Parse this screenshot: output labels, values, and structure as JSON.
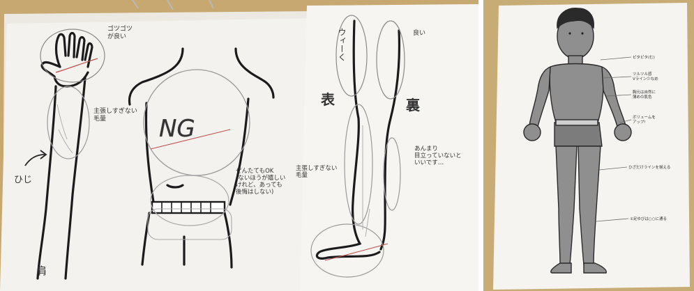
{
  "photos": [
    {
      "id": "left",
      "notes": {
        "hand_note": "ゴツゴツ\nが良い",
        "arm_note": "主張しすぎない\n毛量",
        "elbow": "ひじ",
        "shoulder": "肩",
        "back_ng": "NG",
        "waist_note": "ぜんたてもOK\n(ないほうが嬉しい\nけれど、あっても\n後悔はしない)",
        "leg_front_vertical": "ウィーく",
        "leg_front": "表",
        "leg_back": "裏",
        "leg_good": "良い",
        "leg_hair_note": "主張しすぎない\n毛量",
        "calf_note": "あんまり\n目立っていないと\nいいです…"
      }
    },
    {
      "id": "right",
      "notes": {
        "n1": "ピタピタ(む)",
        "n2": "ツルツル感\nVライン少なめ",
        "n3": "胸元は自然に\n薄めの肌色",
        "n4": "ボリュームを\nアップ!",
        "n5": "ひざだけラインを揃える",
        "n6": "①足ゆびは○○に通る"
      }
    }
  ],
  "colors": {
    "paper": "#f5f4f1",
    "table": "#c7ab74",
    "ink": "#1a1a1a",
    "pencil": "#9a9a9a",
    "skin": "#8e8e8e",
    "red_pen": "#c0504d"
  }
}
